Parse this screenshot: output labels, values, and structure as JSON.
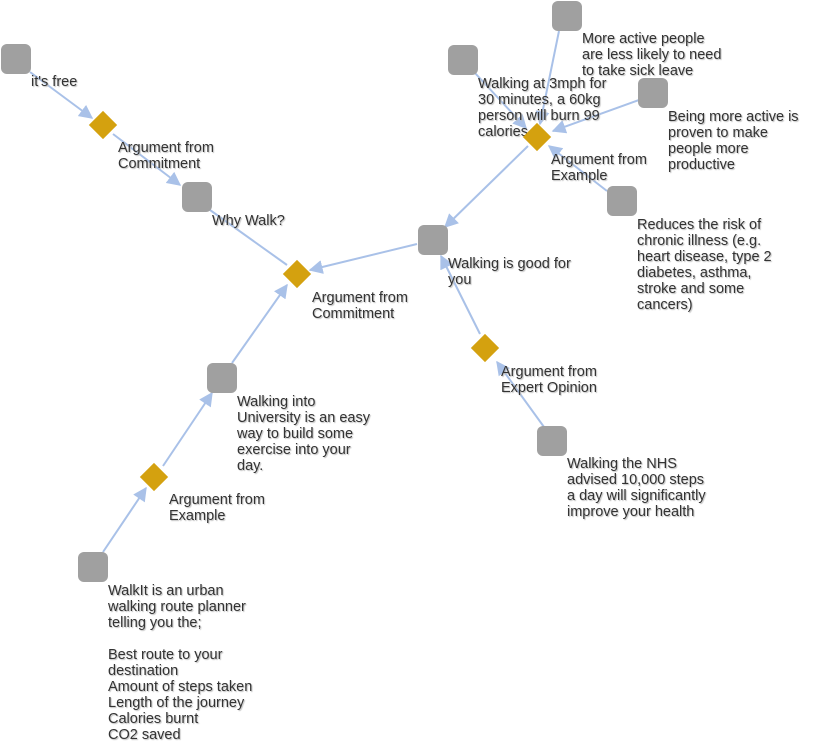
{
  "nodes": {
    "free": "it's free",
    "why": "Why Walk?",
    "univ": "Walking into\nUniversity is an easy\nway to build some\nexercise into your\nday.",
    "walkit": "WalkIt is an urban\nwalking route planner\ntelling you the;\n\nBest route to your\ndestination\nAmount of steps taken\nLength of the journey\nCalories burnt\nCO2 saved",
    "good": "Walking is good for\nyou",
    "nhs": "Walking the NHS\nadvised 10,000 steps\na day will significantly\nimprove your health",
    "sick": "More active people\nare less likely to need\nto take sick leave",
    "burn": "Walking at 3mph for\n30 minutes, a 60kg\nperson will burn 99\ncalories",
    "productive": "Being more active is\nproven to make\npeople more\nproductive",
    "illness": "Reduces the risk of\nchronic illness (e.g.\nheart disease, type 2\ndiabetes, asthma,\nstroke and some\ncancers)"
  },
  "schemes": {
    "commit1": "Argument from\nCommitment",
    "commit2": "Argument from\nCommitment",
    "example1": "Argument from\nExample",
    "example2": "Argument from\nExample",
    "expert": "Argument from\nExpert Opinion"
  },
  "colors": {
    "node": "#a0a0a0",
    "scheme": "#d4a10f",
    "edge": "#a9c1e8",
    "text": "#333333"
  }
}
